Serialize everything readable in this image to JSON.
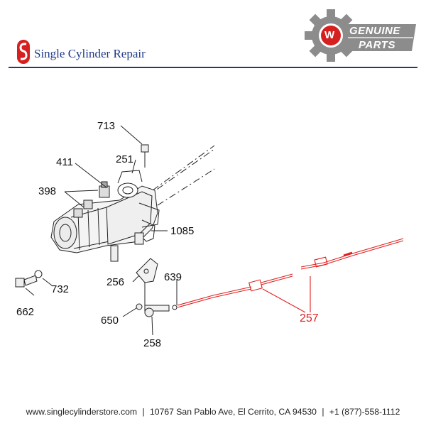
{
  "header": {
    "brand_name": "Single Cylinder Repair",
    "badge_line1": "GENUINE",
    "badge_line2": "PARTS",
    "badge_initial": "W"
  },
  "parts": [
    {
      "id": "p713",
      "label": "713"
    },
    {
      "id": "p411",
      "label": "411"
    },
    {
      "id": "p251",
      "label": "251"
    },
    {
      "id": "p398",
      "label": "398"
    },
    {
      "id": "p1085",
      "label": "1085"
    },
    {
      "id": "p256",
      "label": "256"
    },
    {
      "id": "p639",
      "label": "639"
    },
    {
      "id": "p732",
      "label": "732"
    },
    {
      "id": "p662",
      "label": "662"
    },
    {
      "id": "p650",
      "label": "650"
    },
    {
      "id": "p258",
      "label": "258"
    },
    {
      "id": "p257",
      "label": "257"
    }
  ],
  "footer": {
    "website": "www.singlecylinderstore.com",
    "address": "10767 San Pablo Ave, El Cerrito, CA 94530",
    "phone": "+1 (877)-558-1112",
    "separator": "|"
  },
  "colors": {
    "brand_blue": "#1f3a8a",
    "highlight_red": "#e02020",
    "badge_gray": "#8c8c8c",
    "badge_red": "#d62020"
  },
  "icons": [
    "brand-logo-icon",
    "gear-badge-icon"
  ]
}
